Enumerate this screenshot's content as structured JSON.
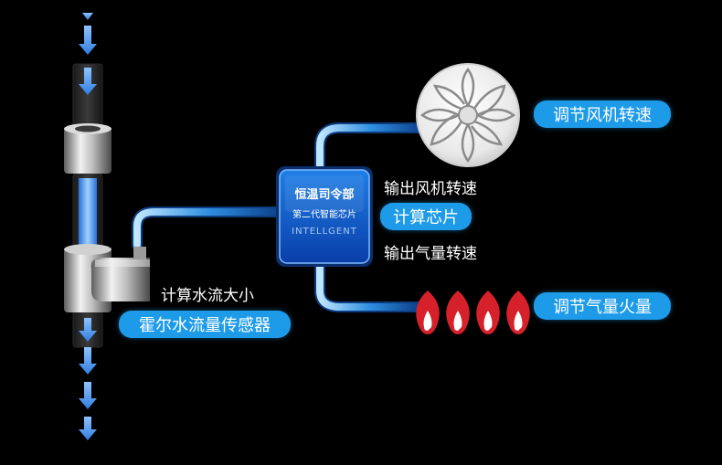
{
  "chip": {
    "title": "恒温司令部",
    "subtitle": "第二代智能芯片",
    "brand": "INTELLGENT"
  },
  "labels": {
    "fan_control": "调节风机转速",
    "output_fan_speed": "输出风机转速",
    "compute_chip": "计算芯片",
    "output_gas_speed": "输出气量转速",
    "gas_fire_control": "调节气量火量",
    "compute_water_flow": "计算水流大小",
    "hall_sensor": "霍尔水流量传感器"
  },
  "colors": {
    "accent": "#1e9be8",
    "background": "#000000",
    "flame": "#d6202a",
    "water": "#3a8ee8"
  }
}
